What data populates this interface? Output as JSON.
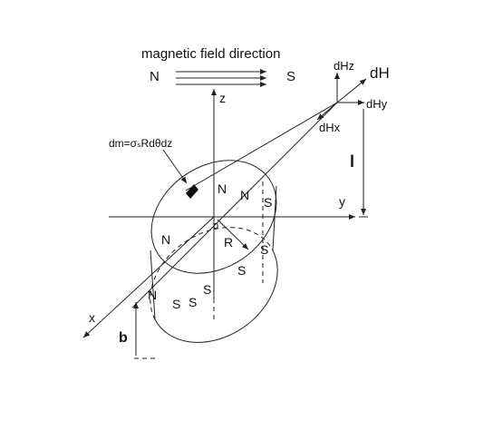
{
  "title": "magnetic field direction",
  "field": {
    "north": "N",
    "south": "S"
  },
  "axes": {
    "x": "x",
    "y": "y",
    "z": "z",
    "origin": "o"
  },
  "element_label": "dm=σₛRdθdz",
  "field_vectors": {
    "dH": "dH",
    "dHx": "dHx",
    "dHy": "dHy",
    "dHz": "dHz"
  },
  "dimensions": {
    "l": "l",
    "b": "b",
    "R": "R"
  },
  "top_surface_labels": [
    "N",
    "N",
    "N",
    "S"
  ],
  "bottom_surface_labels": [
    "S",
    "S",
    "S",
    "S",
    "N",
    "S"
  ]
}
